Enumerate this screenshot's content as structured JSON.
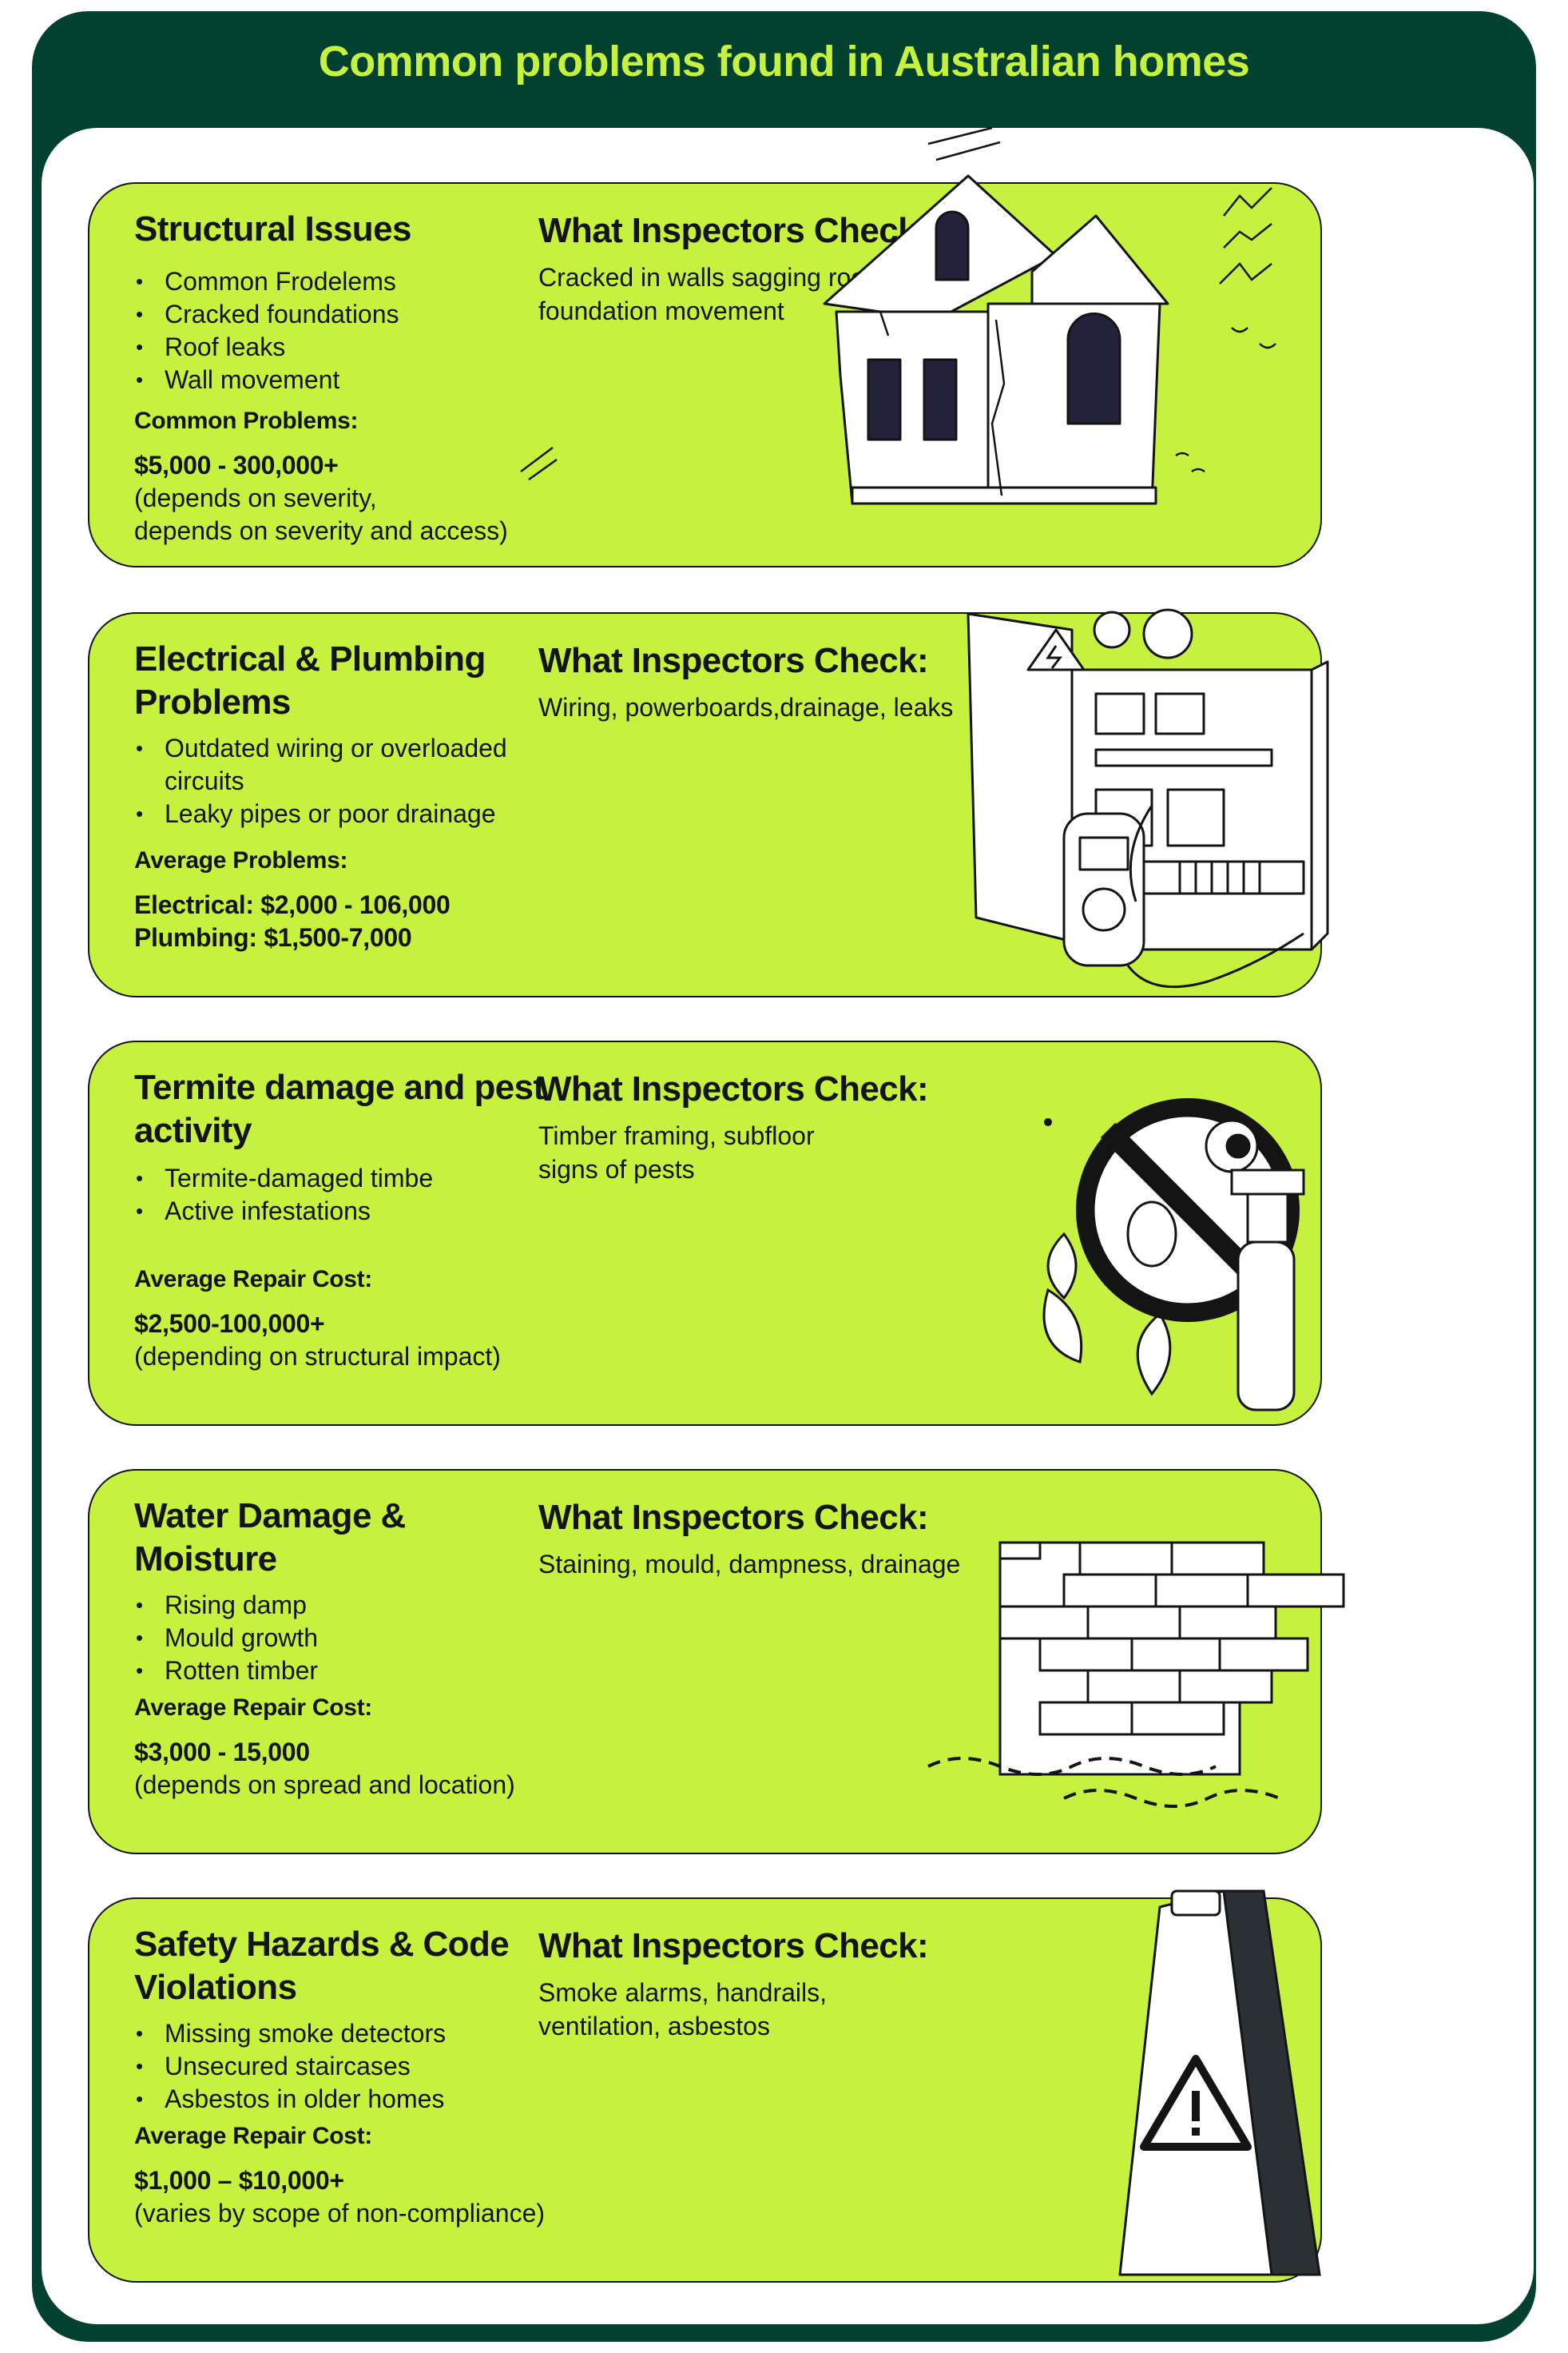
{
  "page_title": "Common problems found in Australian homes",
  "colors": {
    "frame": "#024030",
    "accent": "#c6f23f",
    "ink": "#141414",
    "card": "#c6f23f"
  },
  "cards": [
    {
      "title": "Structural Issues",
      "bullets": [
        "Common Frodelems",
        "Cracked foundations",
        "Roof leaks",
        "Wall movement"
      ],
      "cost_heading": "Common Problems:",
      "cost_lines": [
        "$5,000 - 300,000+"
      ],
      "cost_note": [
        "(depends on severity,",
        "depends on severity and access)"
      ],
      "check_heading": "What Inspectors Check:",
      "check_text": "Cracked in walls sagging roofs, foundation movement",
      "icon": "house-icon"
    },
    {
      "title": "Electrical & Plumbing Problems",
      "bullets": [
        "Outdated wiring or overloaded circuits",
        "Leaky pipes or poor drainage"
      ],
      "cost_heading": "Average Problems:",
      "cost_lines": [
        "Electrical: $2,000 - 106,000",
        "Plumbing: $1,500-7,000"
      ],
      "cost_note": [],
      "check_heading": "What Inspectors Check:",
      "check_text": "Wiring, powerboards,drainage, leaks",
      "icon": "electrical-panel-icon"
    },
    {
      "title": "Termite damage and pest activity",
      "bullets": [
        "Termite-damaged timbe",
        "Active infestations"
      ],
      "cost_heading": "Average Repair Cost:",
      "cost_lines": [
        "$2,500-100,000+"
      ],
      "cost_note": [
        "(depending on structural impact)"
      ],
      "check_heading": "What Inspectors Check:",
      "check_text": "Timber framing, subfloor signs of pests",
      "icon": "no-pests-icon"
    },
    {
      "title": "Water Damage & Moisture",
      "bullets": [
        "Rising damp",
        "Mould growth",
        "Rotten timber"
      ],
      "cost_heading": "Average Repair Cost:",
      "cost_lines": [
        "$3,000 - 15,000"
      ],
      "cost_note": [
        "(depends on spread and location)"
      ],
      "check_heading": "What Inspectors Check:",
      "check_text": "Staining, mould, dampness, drainage",
      "icon": "brick-wall-icon"
    },
    {
      "title": "Safety Hazards & Code Violations",
      "bullets": [
        "Missing smoke detectors",
        "Unsecured staircases",
        "Asbestos in older homes"
      ],
      "cost_heading": "Average Repair Cost:",
      "cost_lines": [
        "$1,000 – $10,000+"
      ],
      "cost_note": [
        "(varies by scope of non-compliance)"
      ],
      "check_heading": "What Inspectors Check:",
      "check_text": "Smoke alarms, handrails, ventilation, asbestos",
      "icon": "warning-sign-icon"
    }
  ]
}
